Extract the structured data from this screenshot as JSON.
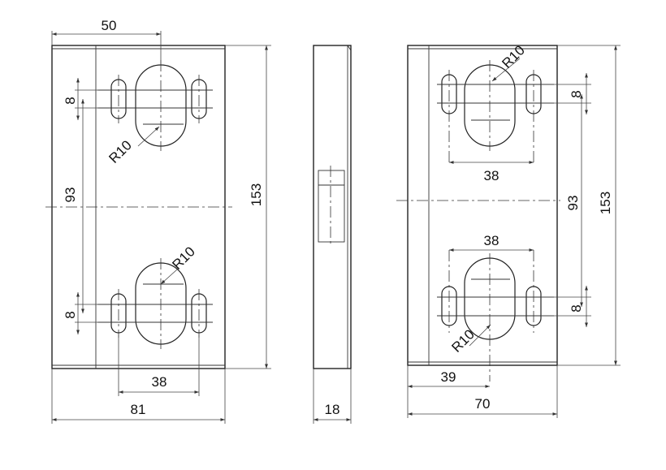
{
  "views": {
    "left": {
      "dim_top_width": "50",
      "dim_slot_height_top": "8",
      "dim_center_distance": "93",
      "dim_slot_height_bottom": "8",
      "dim_overall_height": "153",
      "dim_radius_top": "R10",
      "dim_radius_bottom": "R10",
      "dim_slot_spacing": "38",
      "dim_overall_width": "81"
    },
    "middle": {
      "dim_thickness": "18"
    },
    "right": {
      "dim_radius_top": "R10",
      "dim_slot_spacing_top": "38",
      "dim_slot_height_top": "8",
      "dim_center_distance": "93",
      "dim_overall_height": "153",
      "dim_slot_spacing_bottom": "38",
      "dim_slot_height_bottom": "8",
      "dim_radius_bottom": "R10",
      "dim_offset_width": "39",
      "dim_overall_width": "70"
    }
  }
}
